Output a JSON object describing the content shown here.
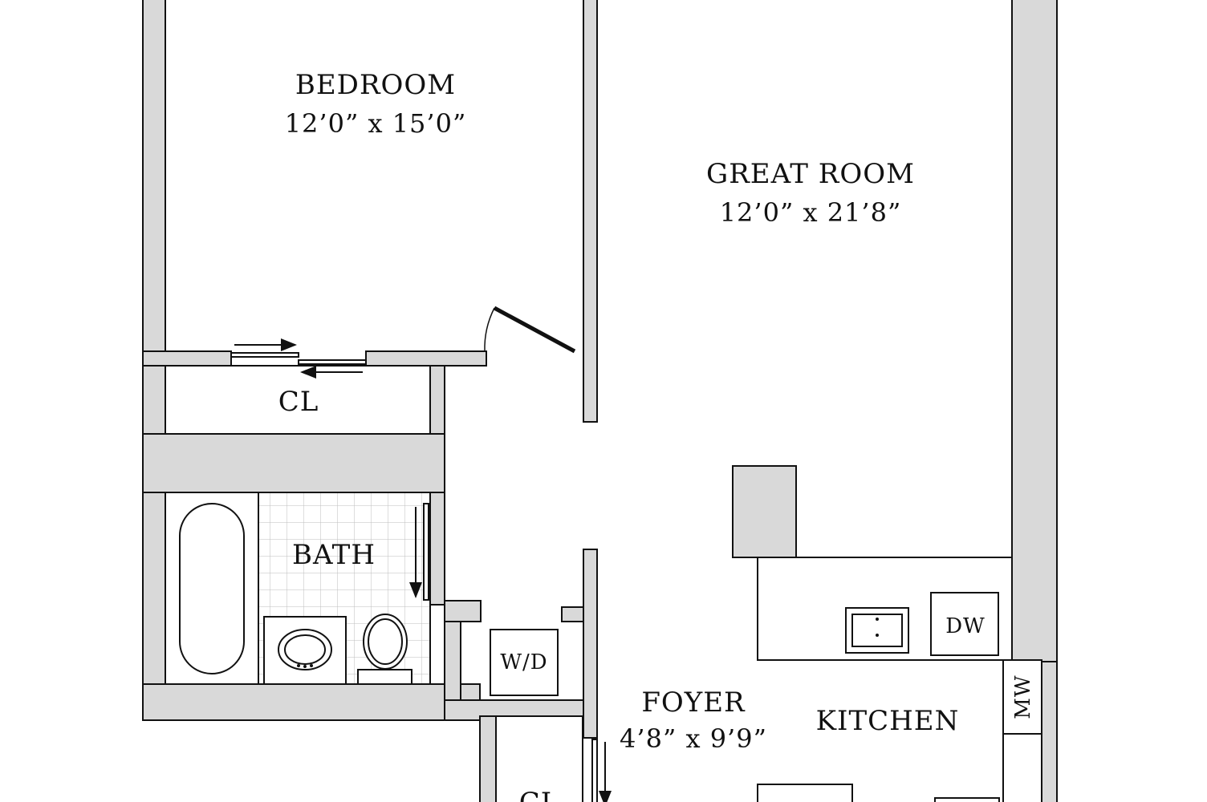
{
  "colors": {
    "wall": "#d9d9d9",
    "line": "#111111",
    "background": "#ffffff"
  },
  "rooms": {
    "bedroom": {
      "name": "BEDROOM",
      "dims": "12’0” x 15’0”"
    },
    "great_room": {
      "name": "GREAT ROOM",
      "dims": "12’0” x 21’8”"
    },
    "closet_1": {
      "name": "CL"
    },
    "bath": {
      "name": "BATH"
    },
    "washer_dryer": {
      "name": "W/D"
    },
    "foyer": {
      "name": "FOYER",
      "dims": "4’8” x 9’9”"
    },
    "kitchen": {
      "name": "KITCHEN"
    },
    "dishwasher": {
      "name": "DW"
    },
    "microwave": {
      "name": "MW"
    },
    "closet_2": {
      "name": "CL"
    }
  }
}
